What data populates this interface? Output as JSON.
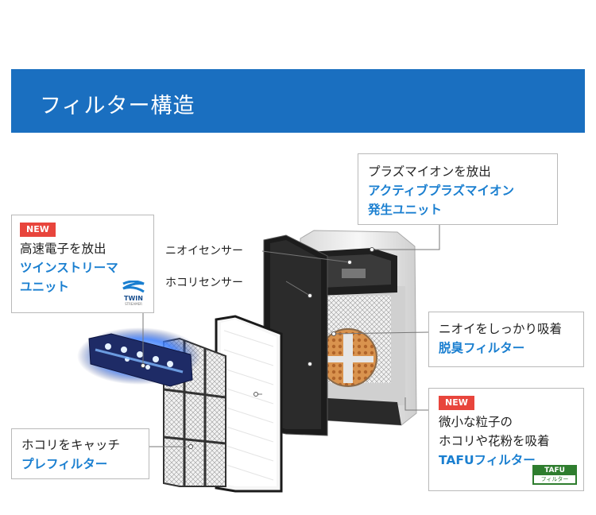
{
  "header": {
    "title": "フィルター構造"
  },
  "callouts": {
    "plasma": {
      "line1": "プラズマイオンを放出",
      "line2": "アクティブプラズマイオン",
      "line3": "発生ユニット"
    },
    "streamer": {
      "badge": "NEW",
      "line1": "高速電子を放出",
      "line2": "ツインストリーマ",
      "line3": "ユニット",
      "logo_text": "TWIN",
      "logo_sub": "STREAMER"
    },
    "odor_filter": {
      "line1": "ニオイをしっかり吸着",
      "line2": "脱臭フィルター"
    },
    "tafu": {
      "badge": "NEW",
      "line1": "微小な粒子の",
      "line2": "ホコリや花粉を吸着",
      "line3": "TAFUフィルター",
      "logo_top": "TAFU",
      "logo_bottom": "フィルター"
    },
    "prefilter": {
      "line1": "ホコリをキャッチ",
      "line2": "プレフィルター"
    }
  },
  "labels": {
    "odor_sensor": "ニオイセンサー",
    "dust_sensor": "ホコリセンサー"
  },
  "colors": {
    "header": "#1a6fc0",
    "accent_text": "#1a7fd0",
    "badge": "#e8453c"
  }
}
